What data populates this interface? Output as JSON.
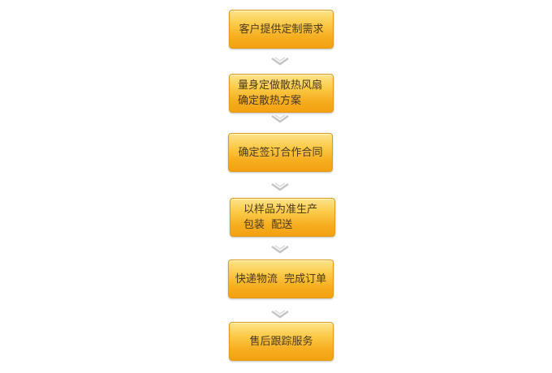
{
  "flow": {
    "steps": [
      {
        "lines": [
          "客户提供定制需求"
        ]
      },
      {
        "lines": [
          "量身定做散热风扇",
          "确定散热方案"
        ]
      },
      {
        "lines": [
          "确定签订合作合同"
        ]
      },
      {
        "lines": [
          "以样品为准生产",
          "包装  配送"
        ]
      },
      {
        "lines": [
          "快递物流  完成订单"
        ]
      },
      {
        "lines": [
          "售后跟踪服务"
        ]
      }
    ],
    "connector_icon": "chevron-down-icon",
    "colors": {
      "box_top": "#fde48a",
      "box_bottom": "#f3a111",
      "border": "#e29a12",
      "text": "#4a3a20",
      "chevron": "#c4c4c4"
    }
  }
}
